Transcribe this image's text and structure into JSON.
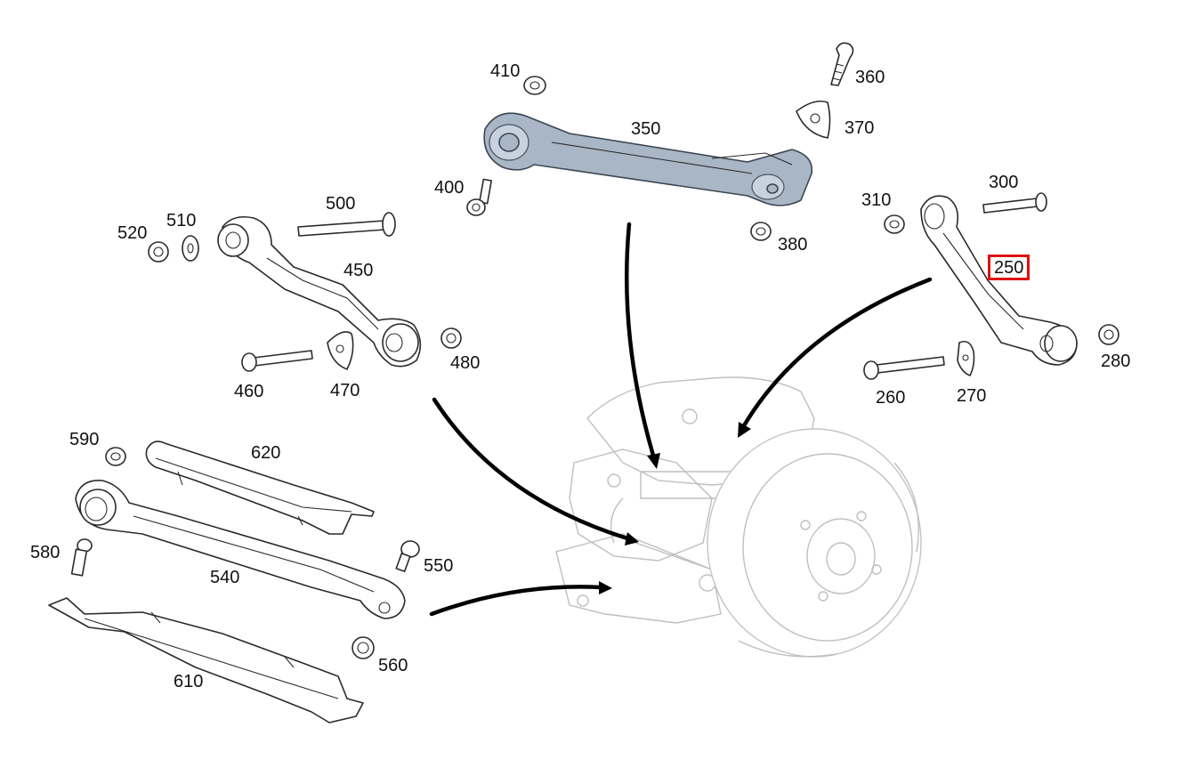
{
  "diagram": {
    "highlight_color": "#e01010",
    "highlighted_part": "250",
    "parts": [
      {
        "id": "p410",
        "label": "410",
        "kind": "nut-icon"
      },
      {
        "id": "p360",
        "label": "360",
        "kind": "bolt-icon"
      },
      {
        "id": "p350",
        "label": "350",
        "kind": "control-arm-icon"
      },
      {
        "id": "p370",
        "label": "370",
        "kind": "eccentric-washer-icon"
      },
      {
        "id": "p400",
        "label": "400",
        "kind": "bolt-icon"
      },
      {
        "id": "p380",
        "label": "380",
        "kind": "nut-icon"
      },
      {
        "id": "p300",
        "label": "300",
        "kind": "bolt-icon"
      },
      {
        "id": "p310",
        "label": "310",
        "kind": "nut-icon"
      },
      {
        "id": "p250",
        "label": "250",
        "kind": "control-arm-icon"
      },
      {
        "id": "p280",
        "label": "280",
        "kind": "nut-icon"
      },
      {
        "id": "p260",
        "label": "260",
        "kind": "bolt-icon"
      },
      {
        "id": "p270",
        "label": "270",
        "kind": "eccentric-washer-icon"
      },
      {
        "id": "p500",
        "label": "500",
        "kind": "bolt-icon"
      },
      {
        "id": "p510",
        "label": "510",
        "kind": "washer-icon"
      },
      {
        "id": "p520",
        "label": "520",
        "kind": "nut-icon"
      },
      {
        "id": "p450",
        "label": "450",
        "kind": "control-arm-icon"
      },
      {
        "id": "p460",
        "label": "460",
        "kind": "bolt-icon"
      },
      {
        "id": "p470",
        "label": "470",
        "kind": "eccentric-washer-icon"
      },
      {
        "id": "p480",
        "label": "480",
        "kind": "nut-icon"
      },
      {
        "id": "p590",
        "label": "590",
        "kind": "nut-icon"
      },
      {
        "id": "p620",
        "label": "620",
        "kind": "cover-icon"
      },
      {
        "id": "p580",
        "label": "580",
        "kind": "bolt-icon"
      },
      {
        "id": "p540",
        "label": "540",
        "kind": "control-arm-icon"
      },
      {
        "id": "p550",
        "label": "550",
        "kind": "bolt-icon"
      },
      {
        "id": "p610",
        "label": "610",
        "kind": "cover-icon"
      },
      {
        "id": "p560",
        "label": "560",
        "kind": "nut-icon"
      }
    ]
  }
}
